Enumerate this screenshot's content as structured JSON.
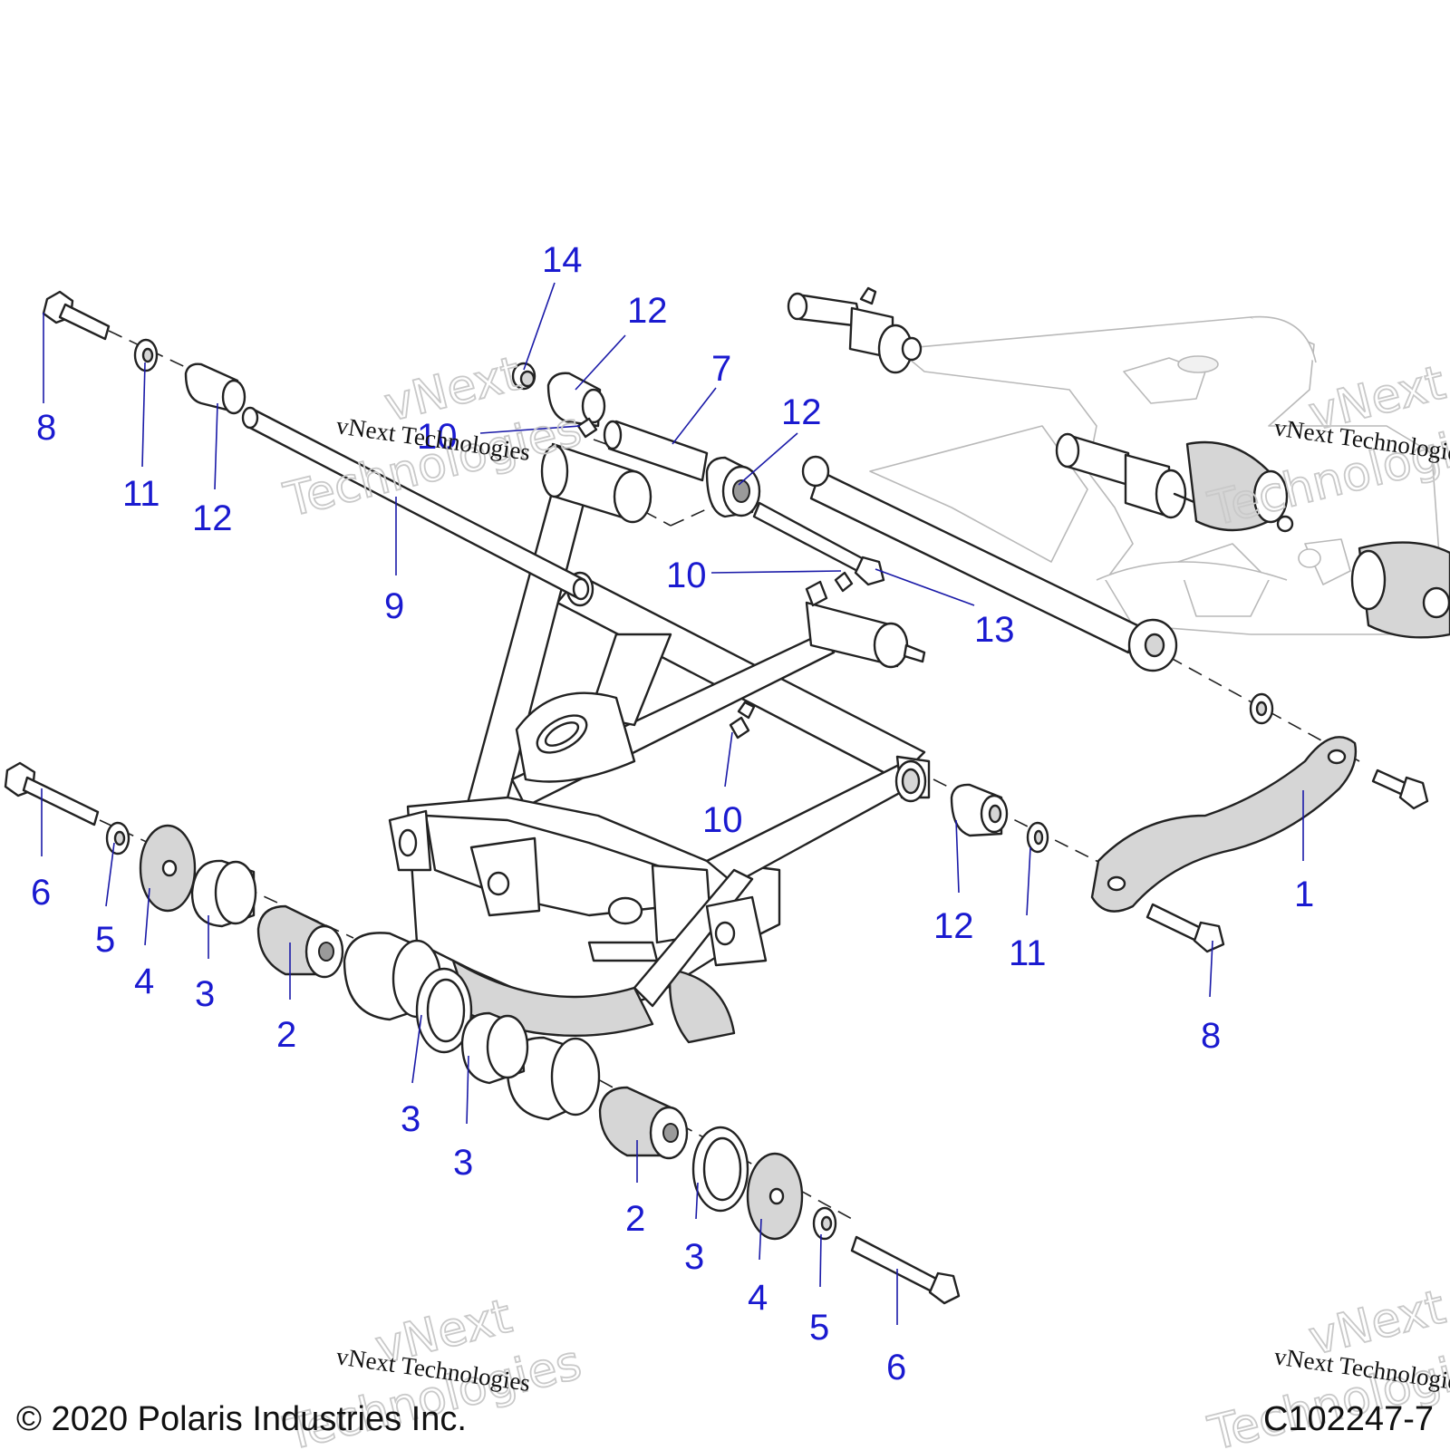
{
  "diagram": {
    "callouts": {
      "c14": "14",
      "c12a": "12",
      "c7": "7",
      "c12b": "12",
      "c8a": "8",
      "c11a": "11",
      "c12c": "12",
      "c10a": "10",
      "c9": "9",
      "c10b": "10",
      "c13": "13",
      "c10c": "10",
      "c6a": "6",
      "c5a": "5",
      "c4a": "4",
      "c3a": "3",
      "c2a": "2",
      "c12d": "12",
      "c11b": "11",
      "c1": "1",
      "c8b": "8",
      "c3b": "3",
      "c3c": "3",
      "c2b": "2",
      "c3d": "3",
      "c4b": "4",
      "c5b": "5",
      "c6b": "6"
    }
  },
  "watermarks": {
    "small": "vNext Technologies",
    "big_top": "vNext",
    "big_bottom": "Technologies"
  },
  "footer": {
    "copyright": "© 2020 Polaris Industries Inc.",
    "figure_code": "C102247-7"
  }
}
